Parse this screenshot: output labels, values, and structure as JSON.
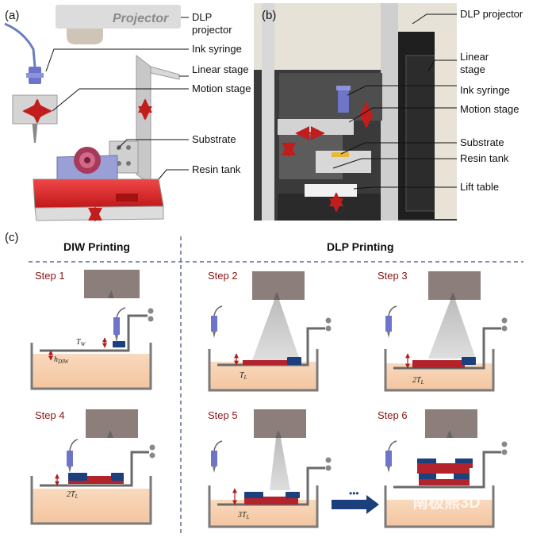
{
  "panel_a": {
    "tag": "(a)",
    "projector_word": "Projector",
    "labels": {
      "dlp_projector_1": "DLP",
      "dlp_projector_2": "projector",
      "ink_syringe": "Ink syringe",
      "linear_stage": "Linear stage",
      "motion_stage": "Motion stage",
      "substrate": "Substrate",
      "resin_tank": "Resin tank"
    }
  },
  "panel_b": {
    "tag": "(b)",
    "labels": {
      "dlp_projector": "DLP projector",
      "linear_stage_1": "Linear",
      "linear_stage_2": "stage",
      "ink_syringe": "Ink syringe",
      "motion_stage": "Motion stage",
      "substrate": "Substrate",
      "resin_tank": "Resin tank",
      "lift_table": "Lift table"
    }
  },
  "panel_c": {
    "tag": "(c)",
    "diw_heading": "DIW Printing",
    "dlp_heading": "DLP Printing",
    "steps": [
      "Step 1",
      "Step 2",
      "Step 3",
      "Step 4",
      "Step 5",
      "Step 6"
    ],
    "annotations": {
      "tw_main": "T",
      "tw_sub": "W",
      "hdiw_main": "h",
      "hdiw_sub": "DIW",
      "tl_main": "T",
      "tl_sub": "L",
      "two_tl_main": "2T",
      "three_tl_main": "3T"
    },
    "ellipsis": "•••"
  },
  "watermark": "南极熊3D",
  "colors": {
    "resin": "#f6cfae",
    "ink_red": "#b3232b",
    "ink_blue": "#1c3f7e",
    "annotation_red": "#b01c1c",
    "projector_box": "#8c7f7b",
    "beam": "#cfcfcf",
    "divider": "#3a4a7a"
  }
}
